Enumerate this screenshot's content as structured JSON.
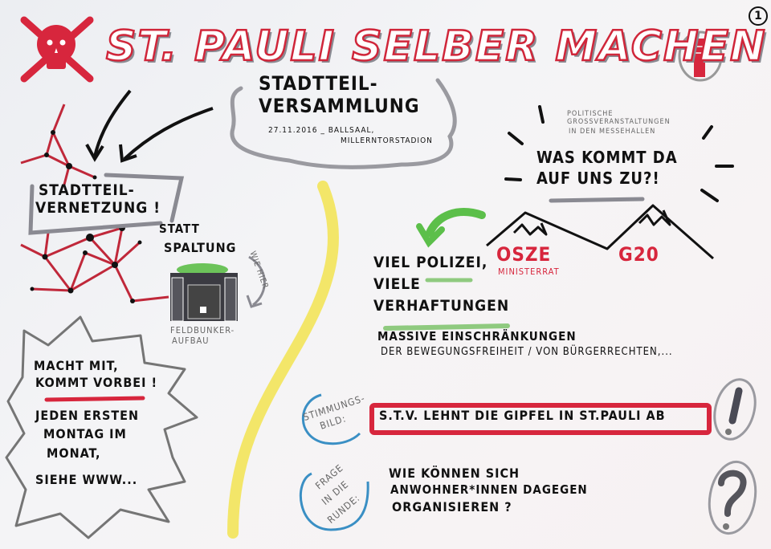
{
  "header": {
    "title": "ST. PAULI SELBER MACHEN",
    "page_number": "1",
    "left_icon": "skull-crossbones-icon",
    "right_icon": "raised-fist-icon"
  },
  "meeting": {
    "title_line1": "Stadtteil-",
    "title_line2": "Versammlung",
    "date_location": "27.11.2016 _ Ballsaal,",
    "venue": "Millerntorstadion"
  },
  "network": {
    "label_line1": "Stadtteil-",
    "label_line2": "Vernetzung !",
    "contrast_line1": "Statt",
    "contrast_line2": "Spaltung",
    "arrow_note": "wie hier",
    "bunker_caption_line1": "Feldbunker-",
    "bunker_caption_line2": "Aufbau"
  },
  "callout": {
    "line1": "Macht mit,",
    "line2": "kommt vorbei !",
    "line3": "Jeden ersten",
    "line4": "Montag im",
    "line5": "Monat,",
    "line6": "siehe www..."
  },
  "events": {
    "context_line1": "Politische",
    "context_line2": "Grossveranstaltungen",
    "context_line3": "in den Messehallen",
    "question_line1": "Was kommt da",
    "question_line2": "auf uns zu?!",
    "mountain1_label": "OSZE",
    "mountain1_sub": "Ministerrat",
    "mountain2_label": "G20"
  },
  "consequences": {
    "line1": "Viel Polizei,",
    "line2": "viele",
    "line3": "Verhaftungen",
    "line4": "Massive Einschränkungen",
    "line5": "der Bewegungsfreiheit / von Bürgerrechten,..."
  },
  "mood": {
    "label_line1": "Stimmungs-",
    "label_line2": "Bild:",
    "statement": "S.T.V. lehnt die Gipfel in St.Pauli ab",
    "icon": "exclamation-icon"
  },
  "question": {
    "label_line1": "Frage",
    "label_line2": "in die",
    "label_line3": "Runde:",
    "line1": "Wie können sich",
    "line2": "Anwohner*innen dagegen",
    "line3": "organisieren ?",
    "icon": "question-mark-icon"
  },
  "colors": {
    "red": "#d7263d",
    "black": "#111111",
    "grey": "#8a8a92",
    "green": "#5cbf4a",
    "yellow": "#f3e45a",
    "blue": "#3a8fc4"
  }
}
